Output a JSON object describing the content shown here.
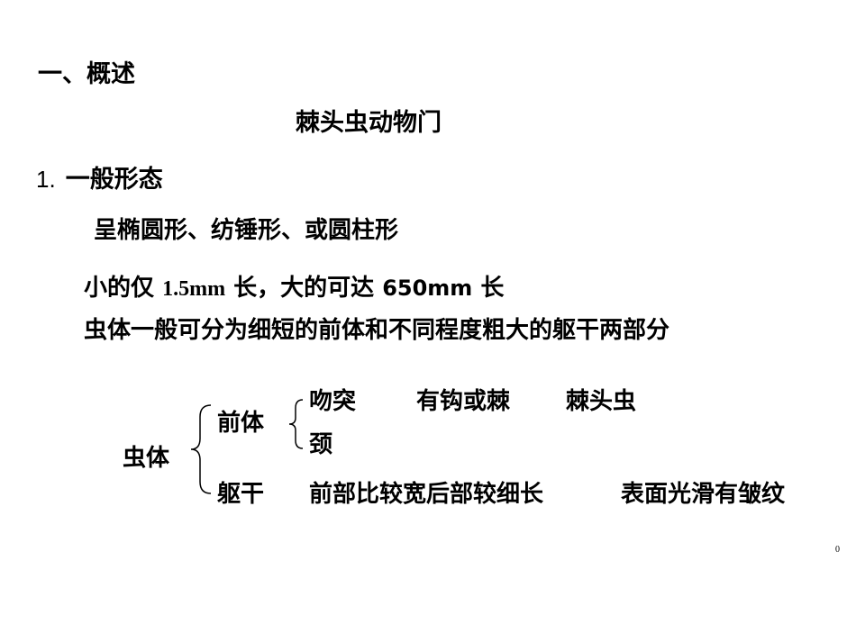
{
  "heading": "一、概述",
  "subtitle": "棘头虫动物门",
  "section": {
    "num": "1.",
    "title": "一般形态"
  },
  "shape_line": "呈椭圆形、纺锤形、或圆柱形",
  "size_line": {
    "part1": "小的仅",
    "val1": "1.5mm",
    "part2": "长，大的可达",
    "val2": "650mm",
    "part3": "长"
  },
  "body_line": "虫体一般可分为细短的前体和不同程度粗大的躯干两部分",
  "tree": {
    "root": "虫体",
    "branch1": {
      "label": "前体",
      "sub1": "吻突",
      "sub1_desc1": "有钩或棘",
      "sub1_desc2": "棘头虫",
      "sub2": "颈"
    },
    "branch2": {
      "label": "躯干",
      "desc1": "前部比较宽后部较细长",
      "desc2": "表面光滑有皱纹"
    }
  },
  "page_number": "0"
}
